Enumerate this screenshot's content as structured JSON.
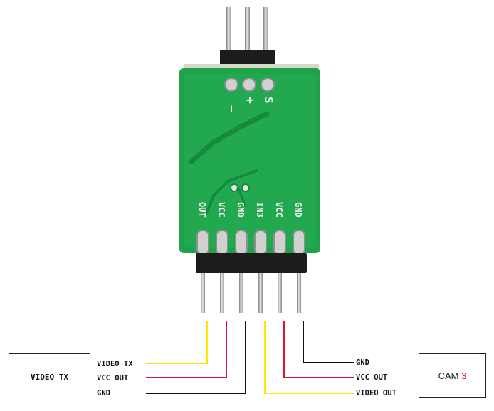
{
  "colors": {
    "pcb_green": "#1fa24a",
    "pcb_dark": "#178a3c",
    "wire_yellow": "#ffe600",
    "wire_red": "#e0103a",
    "wire_black": "#111111",
    "pin_metal": "#b9b9b9",
    "header_black": "#1c1c1c"
  },
  "board": {
    "top_pins": [
      "−",
      "+",
      "S"
    ],
    "bottom_pins": [
      "OUT",
      "VCC",
      "GND",
      "IN3",
      "VCC",
      "GND"
    ]
  },
  "left_device": {
    "label": "VIDEO TX",
    "wires": [
      "VIDEO TX",
      "VCC OUT",
      "GND"
    ]
  },
  "right_device": {
    "label": "CAM",
    "number": "3",
    "wires": [
      "GND",
      "VCC OUT",
      "VIDEO OUT"
    ]
  }
}
